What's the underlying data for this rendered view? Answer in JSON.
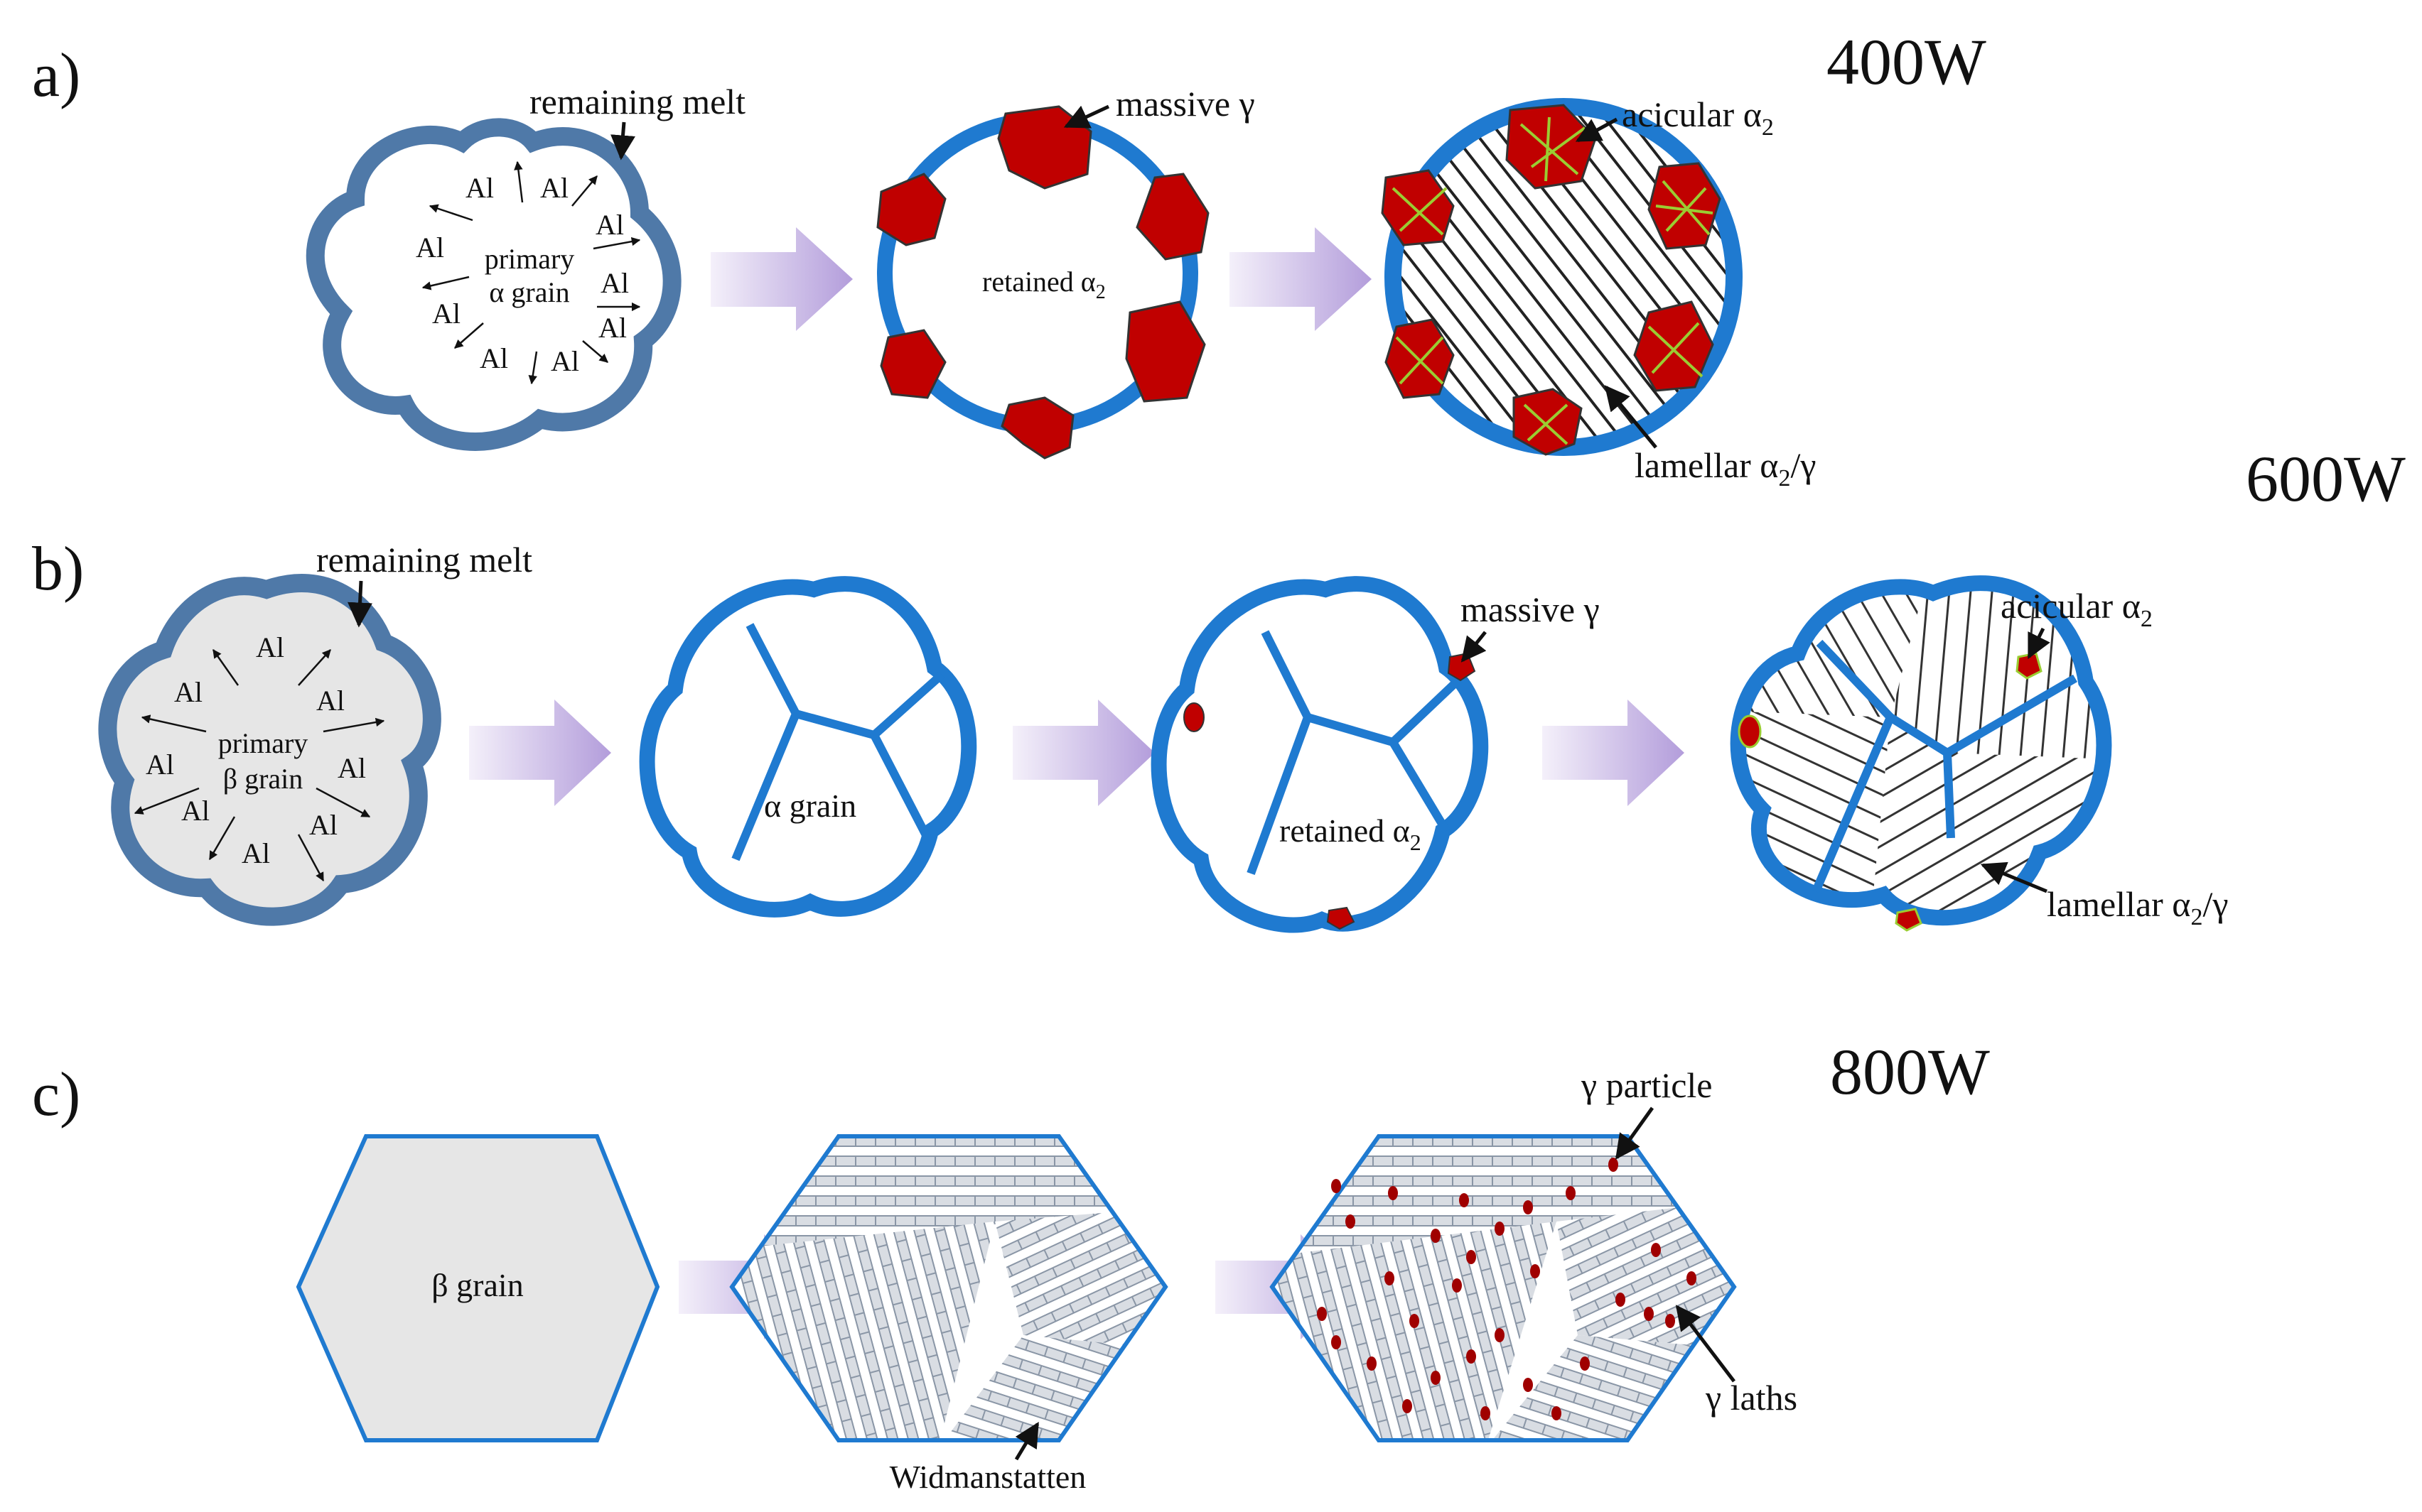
{
  "panels": {
    "a": {
      "label": "a)",
      "power": "400W"
    },
    "b": {
      "label": "b)",
      "power": "600W"
    },
    "c": {
      "label": "c)",
      "power": "800W"
    }
  },
  "annotations": {
    "remaining_melt": "remaining melt",
    "massive_gamma": "massive γ",
    "acicular_alpha2": "acicular α",
    "lamellar": "lamellar α",
    "lamellar_suffix": "/γ",
    "subscript_2": "2",
    "retained_alpha2": "retained α",
    "primary": "primary",
    "alpha_grain": "α grain",
    "beta_grain": "β grain",
    "al": "Al",
    "widmanstatten": "Widmanstatten",
    "gamma_particle": "γ particle",
    "gamma_laths": "γ laths"
  },
  "colors": {
    "boundary_dark": "#4f79a8",
    "boundary_blue": "#1f7ad0",
    "massive_red": "#c00000",
    "acicular_green": "#9acd32",
    "grain_fill": "#e6e6e6",
    "process_arrow_start": "#f2eef8",
    "process_arrow_end": "#b39ddb"
  }
}
